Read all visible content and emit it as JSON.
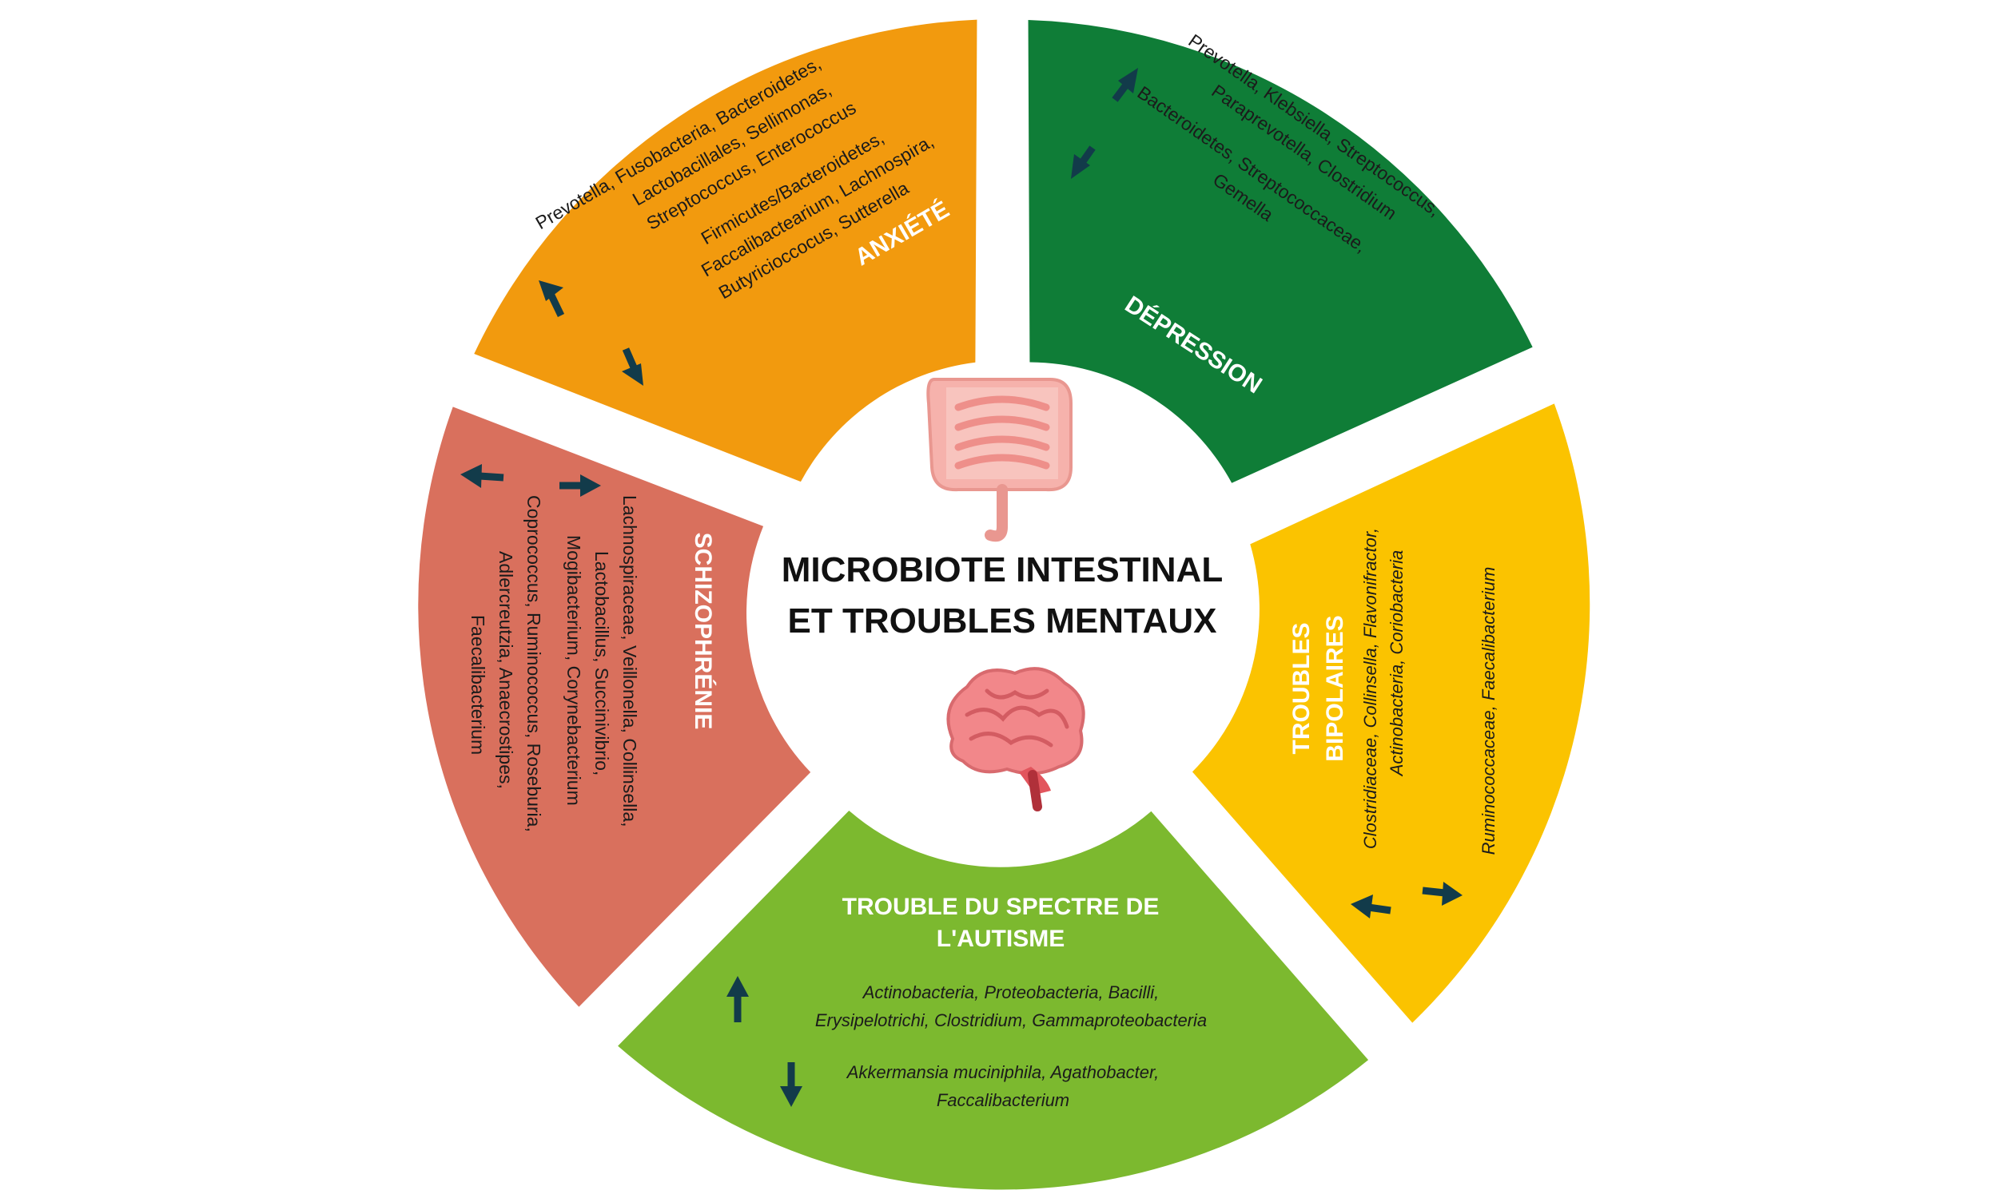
{
  "center": {
    "line1": "MICROBIOTE INTESTINAL",
    "line2": "ET TROUBLES MENTAUX"
  },
  "icons": {
    "top": "intestine-icon",
    "bottom": "brain-icon"
  },
  "segments": {
    "anxiety": {
      "color": "#f29a0e",
      "title": "ANXIÉTÉ",
      "up": [
        "Prevotella, Fusobacteria, Bacteroidetes,",
        "Lactobacillales, Sellimonas,",
        "Streptococcus, Enterococcus"
      ],
      "down": [
        "Firmicutes/Bacteroidetes,",
        "Faccalibactearium, Lachnospira,",
        "Butyricioccocus, Sutterella"
      ]
    },
    "depression": {
      "color": "#0f7d37",
      "title": "DÉPRESSION",
      "up": [
        "Prevotella, Klebsiella, Streptococcus,",
        "Paraprevotella, Clostridium"
      ],
      "down": [
        "Bacteroidetes, Streptococcaceae,",
        "Gemella"
      ]
    },
    "bipolar": {
      "color": "#fbc300",
      "title": [
        "TROUBLES",
        "BIPOLAIRES"
      ],
      "up": [
        "Clostridiaceae, Collinsella, Flavonifractor,",
        "Actinobacteria, Coriobacteria"
      ],
      "down": [
        "Ruminococcaceae, Faecalibacterium"
      ]
    },
    "autism": {
      "color": "#7cb92f",
      "title": [
        "TROUBLE DU SPECTRE DE",
        "L'AUTISME"
      ],
      "up": [
        "Actinobacteria, Proteobacteria, Bacilli,",
        "Erysipelotrichi, Clostridium, Gammaproteobacteria"
      ],
      "down": [
        "Akkermansia muciniphila, Agathobacter,",
        "Faccalibacterium"
      ]
    },
    "schizophrenia": {
      "color": "#d9705d",
      "title": "SCHIZOPHRÉNIE",
      "down": [
        "Lachnospiraceae, Veillonella, Collinsella,",
        "Lactobacillus, Succinivibrio,",
        "Mogibacterium, Corynebacterium"
      ],
      "up": [
        "Coprococcus, Ruminococcus, Roseburia,",
        "Adlercreutzia, Anaecrostipes,",
        "Faecalibacterium"
      ]
    }
  }
}
